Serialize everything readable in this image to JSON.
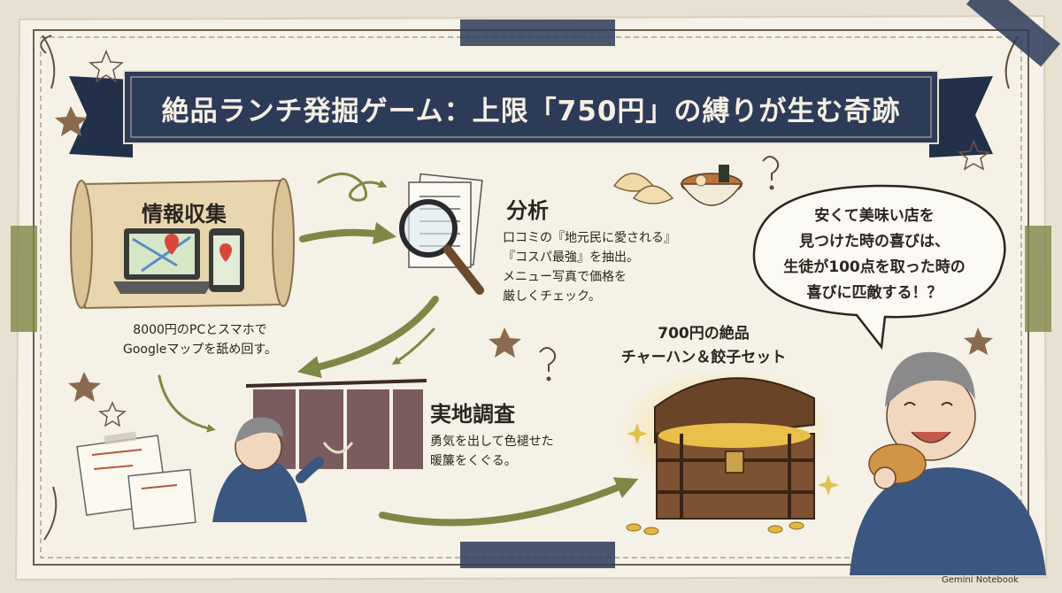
{
  "title": "絶品ランチ発掘ゲーム：上限「750円」の縛りが生む奇跡",
  "steps": [
    {
      "heading": "情報収集",
      "lines": [
        "8000円のPCとスマホで",
        "Googleマップを舐め回す。"
      ]
    },
    {
      "heading": "分析",
      "lines": [
        "口コミの『地元民に愛される』",
        "『コスパ最強』を抽出。",
        "メニュー写真で価格を",
        "厳しくチェック。"
      ]
    },
    {
      "heading": "実地調査",
      "lines": [
        "勇気を出して色褪せた",
        "暖簾をくぐる。"
      ]
    }
  ],
  "result": {
    "lines": [
      "700円の絶品",
      "チャーハン＆餃子セット"
    ]
  },
  "speech_bubble": {
    "lines": [
      "安くて美味い店を",
      "見つけた時の喜びは、",
      "生徒が100点を取った時の",
      "喜びに匹敵する！？"
    ]
  },
  "footer": "Gemini Notebook",
  "colors": {
    "paper": "#f5f1e6",
    "banner": "#2c3b58",
    "arrow": "#7f8746",
    "ink": "#2a2520"
  }
}
